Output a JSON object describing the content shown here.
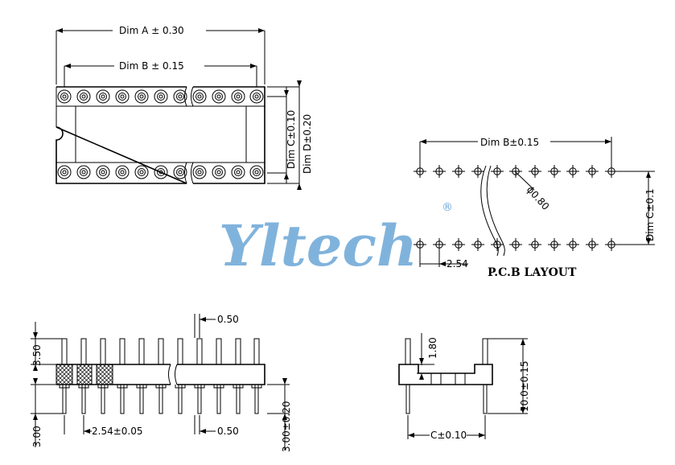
{
  "top_view": {
    "dim_a": "Dim A ± 0.30",
    "dim_b": "Dim B ± 0.15",
    "dim_c": "Dim C±0.10",
    "dim_d": "Dim D±0.20"
  },
  "pcb_layout": {
    "dim_b": "Dim B±0.15",
    "hole": "ɸ0.80",
    "pitch": "2.54",
    "dim_c": "Dim C±0.1",
    "title": "P.C.B LAYOUT"
  },
  "side_view": {
    "top_pin": "3.50",
    "pin_width": "0.50",
    "bottom_pin": "3.00",
    "pitch": "2.54±0.05",
    "pin_width_bottom": "0.50",
    "tail": "3.00±0.20"
  },
  "end_view": {
    "height_1": "1.80",
    "height_total": "10.0±0.15",
    "dim_c": "C±0.10"
  },
  "watermark": {
    "brand": "Yltech",
    "registered": "®"
  },
  "colors": {
    "line": "#000000",
    "watermark": "#6aa6d6"
  }
}
